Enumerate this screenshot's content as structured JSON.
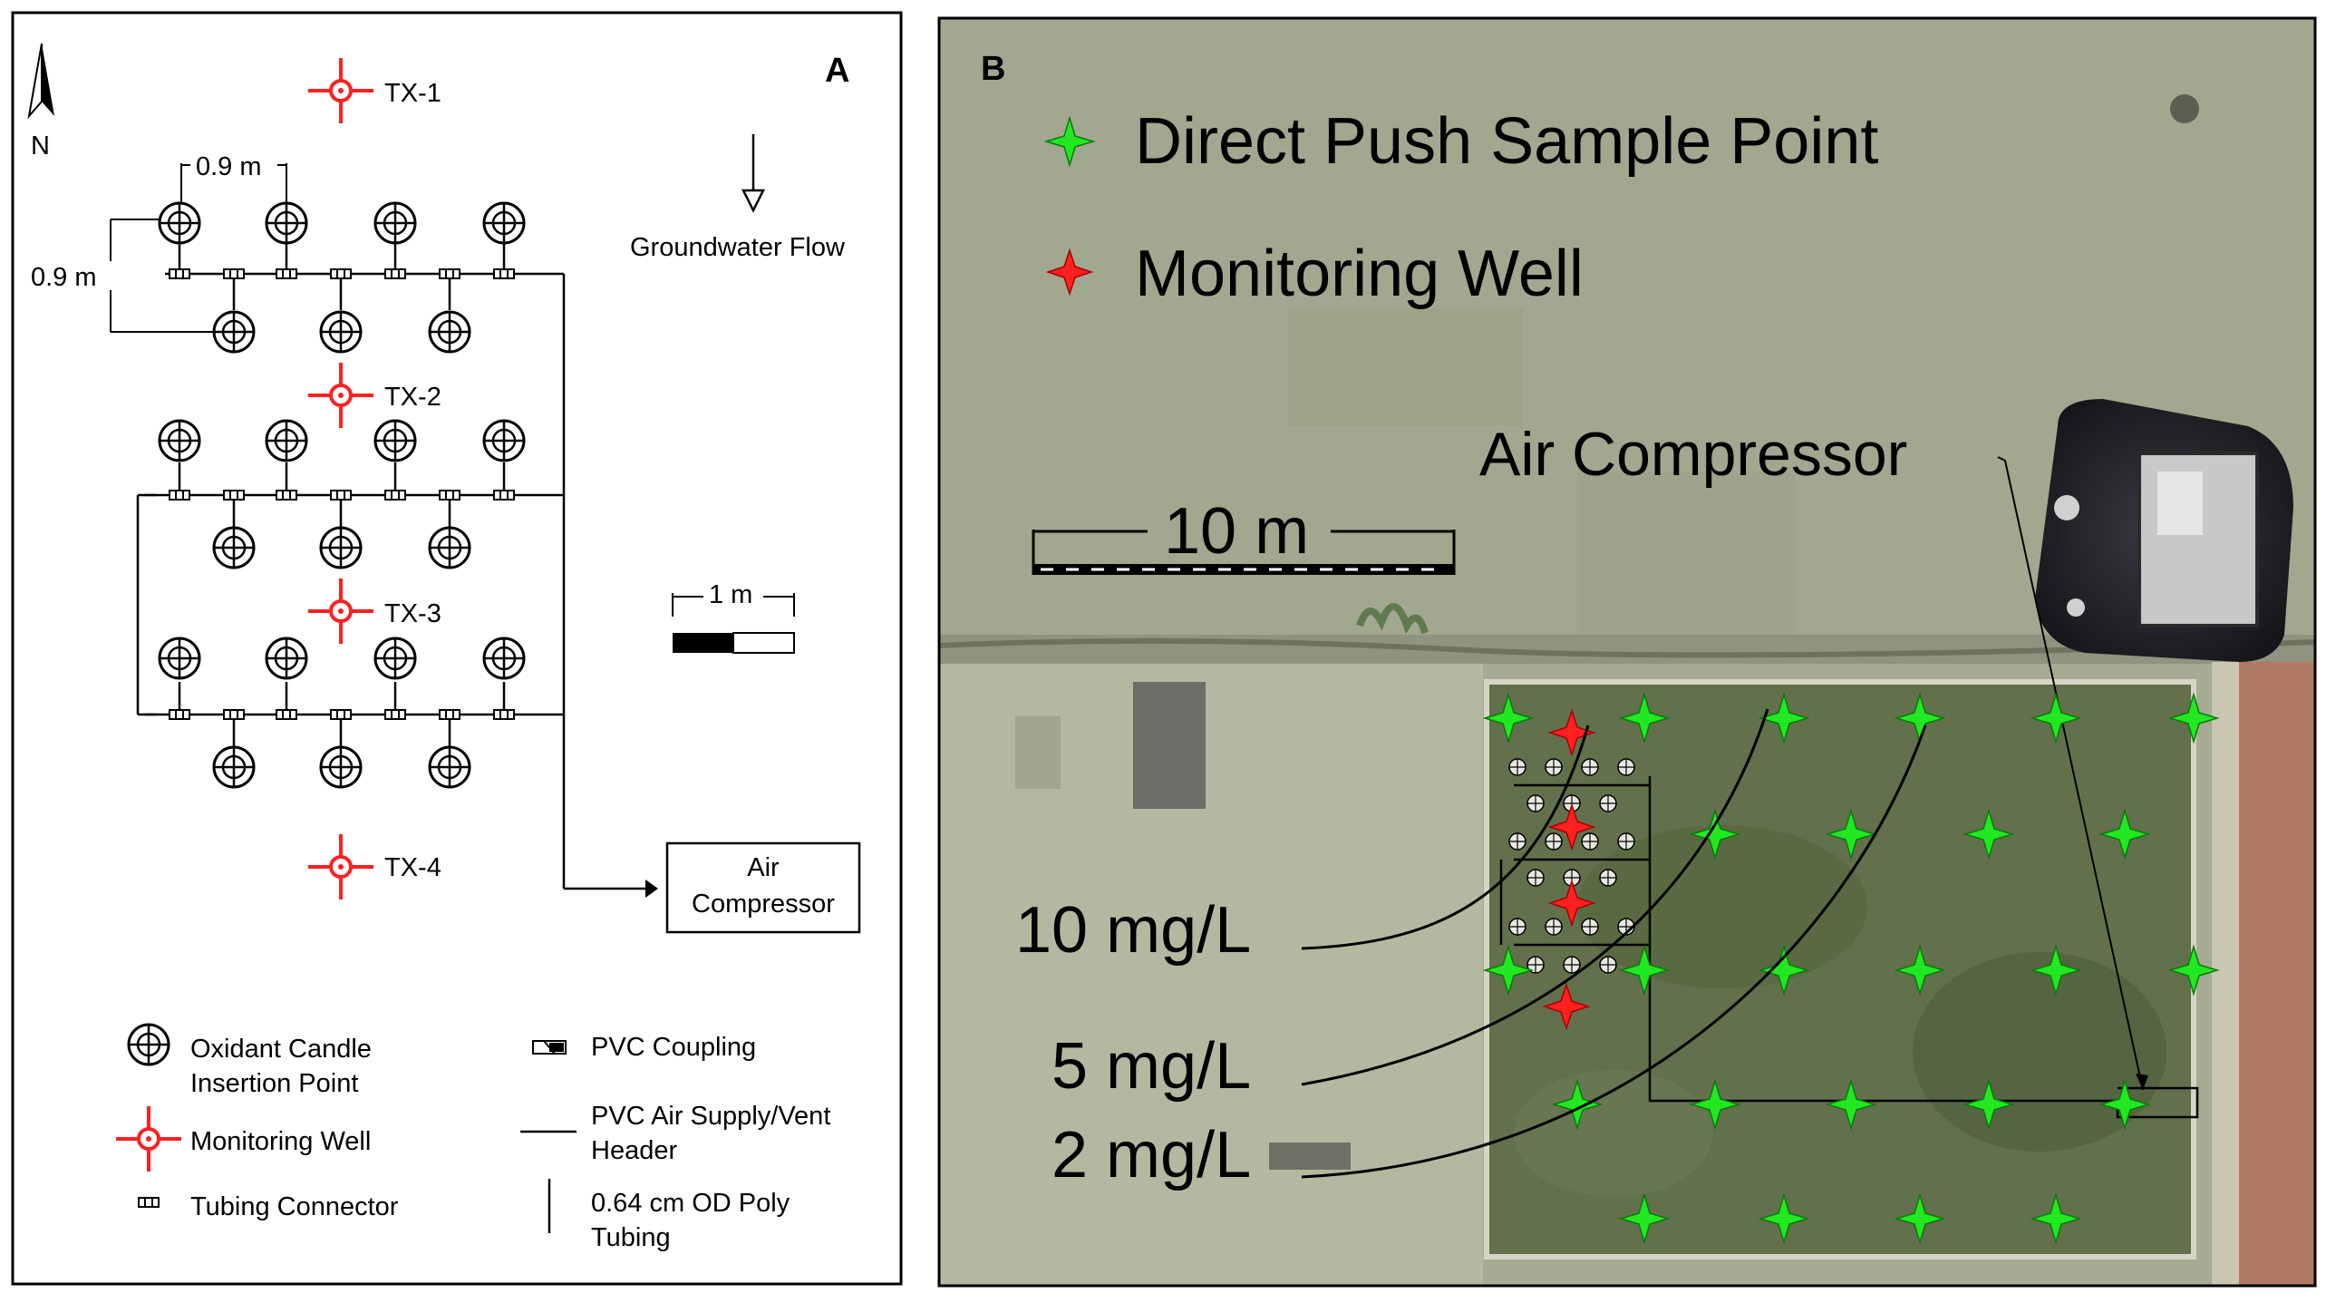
{
  "panel_a": {
    "letter": "A",
    "north": "N",
    "dim_horizontal": "0.9 m",
    "dim_vertical": "0.9 m",
    "flow_label": "Groundwater Flow",
    "wells": [
      "TX-1",
      "TX-2",
      "TX-3",
      "TX-4"
    ],
    "scale_label": "1 m",
    "compressor_line1": "Air",
    "compressor_line2": "Compressor",
    "legend": {
      "candle_line1": "Oxidant Candle",
      "candle_line2": "Insertion Point",
      "well": "Monitoring Well",
      "tubing_connector": "Tubing Connector",
      "pvc_coupling": "PVC Coupling",
      "header_line1": "PVC Air Supply/Vent",
      "header_line2": "Header",
      "poly_line1": "0.64 cm OD Poly",
      "poly_line2": "Tubing"
    }
  },
  "panel_b": {
    "letter": "B",
    "legend_direct_push": "Direct Push Sample Point",
    "legend_monitoring_well": "Monitoring Well",
    "compressor": "Air Compressor",
    "scale_label": "10 m",
    "contour_10": "10 mg/L",
    "contour_5": "5 mg/L",
    "contour_2": "2 mg/L"
  },
  "colors": {
    "well_red": "#ff2020",
    "sample_green": "#22e822"
  }
}
